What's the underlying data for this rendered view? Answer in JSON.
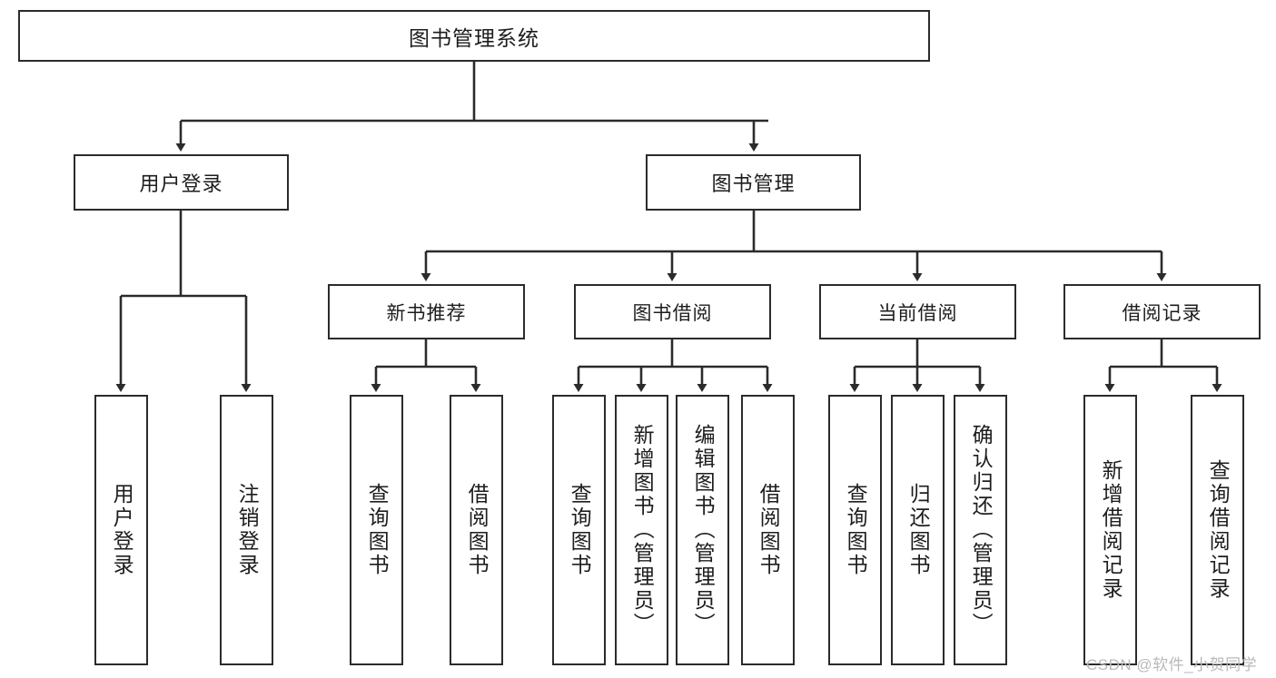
{
  "diagram": {
    "title": "图书管理系统",
    "type": "tree",
    "root": {
      "label": "图书管理系统"
    },
    "level2": [
      {
        "id": "user-login",
        "label": "用户登录"
      },
      {
        "id": "book-manage",
        "label": "图书管理"
      }
    ],
    "level3": [
      {
        "id": "new-book-recommend",
        "label": "新书推荐",
        "parent": "book-manage"
      },
      {
        "id": "book-borrow",
        "label": "图书借阅",
        "parent": "book-manage"
      },
      {
        "id": "current-borrow",
        "label": "当前借阅",
        "parent": "book-manage"
      },
      {
        "id": "borrow-record",
        "label": "借阅记录",
        "parent": "book-manage"
      }
    ],
    "leaves": [
      {
        "id": "leaf-user-login",
        "label": "用户登录",
        "parent": "user-login"
      },
      {
        "id": "leaf-logout-login",
        "label": "注销登录",
        "parent": "user-login"
      },
      {
        "id": "leaf-query-book-1",
        "label": "查询图书",
        "parent": "new-book-recommend"
      },
      {
        "id": "leaf-borrow-book-1",
        "label": "借阅图书",
        "parent": "new-book-recommend"
      },
      {
        "id": "leaf-query-book-2",
        "label": "查询图书",
        "parent": "book-borrow"
      },
      {
        "id": "leaf-add-book",
        "label": "新增图书（管理员）",
        "parent": "book-borrow"
      },
      {
        "id": "leaf-edit-book",
        "label": "编辑图书（管理员）",
        "parent": "book-borrow"
      },
      {
        "id": "leaf-borrow-book-2",
        "label": "借阅图书",
        "parent": "book-borrow"
      },
      {
        "id": "leaf-query-book-3",
        "label": "查询图书",
        "parent": "current-borrow"
      },
      {
        "id": "leaf-return-book",
        "label": "归还图书",
        "parent": "current-borrow"
      },
      {
        "id": "leaf-confirm-return",
        "label": "确认归还（管理员）",
        "parent": "current-borrow"
      },
      {
        "id": "leaf-add-record",
        "label": "新增借阅记录",
        "parent": "borrow-record"
      },
      {
        "id": "leaf-query-record",
        "label": "查询借阅记录",
        "parent": "borrow-record"
      }
    ],
    "watermark": "CSDN @软件_小贺同学",
    "colors": {
      "stroke": "#2b2b2b",
      "fill": "#ffffff",
      "text": "#1d1d1d",
      "watermark": "#b9b9b9"
    }
  }
}
